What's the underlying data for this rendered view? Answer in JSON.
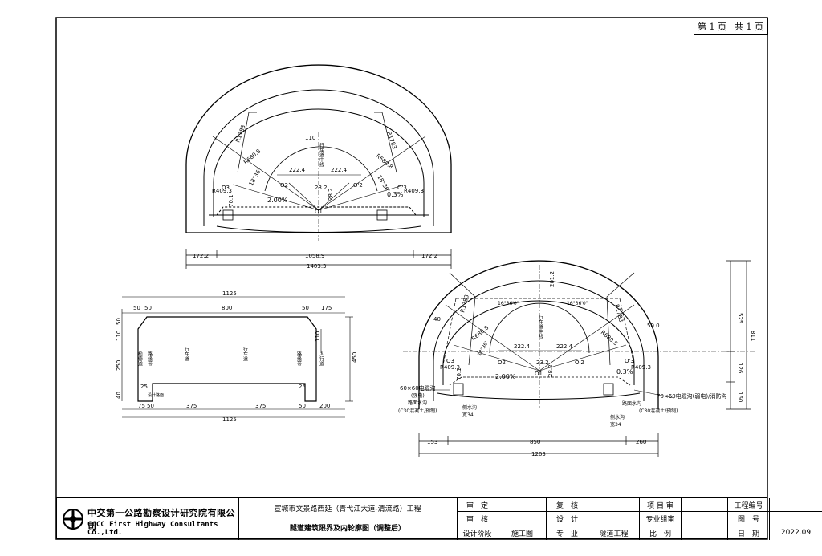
{
  "page": {
    "current": "第 1 页",
    "total": "共 1 页"
  },
  "drawing1": {
    "labels": {
      "radius_large_left": "R1783",
      "radius_large_right": "R1783",
      "radius_mid_left": "R680.8",
      "radius_mid_right": "R680.8",
      "radius_small_left": "R409.3",
      "radius_small_right": "R409.3",
      "center_o1": "O1",
      "center_o2": "O2",
      "center_o2p": "O'2",
      "center_o3": "O3",
      "center_o3p": "O'3",
      "dim_110": "110",
      "dim_222_left": "222.4",
      "dim_222_right": "222.4",
      "dim_23": "23.2",
      "dim_28": "28.2",
      "dim_70": "70.1",
      "angle_left": "18°36'",
      "angle_right": "18°36'",
      "slope_left": "2.00%",
      "slope_right": "0.3%",
      "lane_center": "行车道中线",
      "dim_left": "172.2",
      "dim_mid": "1058.9",
      "dim_right": "172.2",
      "dim_total": "1403.3"
    }
  },
  "drawing2": {
    "labels": {
      "top_total": "1125",
      "top_d1": "50",
      "top_d2": "50",
      "top_d3": "800",
      "top_d4": "50",
      "top_d5": "175",
      "left_d1": "50",
      "left_d2": "110",
      "left_d3": "250",
      "left_d4": "40",
      "right_d1": "110",
      "right_height": "450",
      "bot_d1": "75",
      "bot_d2": "50",
      "bot_d3": "375",
      "bot_d4": "375",
      "bot_d5": "50",
      "bot_d6": "200",
      "bot_total": "1125",
      "small_25_left": "25",
      "small_25_right": "25",
      "z1": "检修道",
      "z2": "路缘带",
      "z3": "行车道",
      "z4": "行车道",
      "z5": "路缘带",
      "z6": "人行道",
      "curb_note": "设计路面"
    }
  },
  "drawing3": {
    "labels": {
      "radius_large_left": "R1783",
      "radius_large_right": "R1783",
      "radius_mid_left": "R680.8",
      "radius_mid_right": "R680.8",
      "radius_small_left": "R409.3",
      "radius_small_right": "R409.3",
      "angle_top_left": "16°36'0\"",
      "angle_top_right": "16°36'0\"",
      "angle_side": "18°36'",
      "dim_201": "201.2",
      "dim_40": "40",
      "dim_50": "50.0",
      "dim_222_left": "222.4",
      "dim_222_right": "222.4",
      "dim_23": "23.2",
      "dim_28": "28.2",
      "dim_70": "70.1",
      "center_o1": "O1",
      "center_o2": "O2",
      "center_o2p": "O'2",
      "center_o3": "O3",
      "center_o3p": "O'3",
      "slope_left": "2.00%",
      "slope_right": "0.3%",
      "lane_center": "行车道中线",
      "note_l1": "60×60电缆沟",
      "note_l1b": "(强电)",
      "note_l2": "路面水沟",
      "note_l3": "(C30混凝土/预制)",
      "note_l4": "侧水沟",
      "note_l4b": "宽34",
      "note_r1": "70×60电缆沟(弱电)/消防沟",
      "note_r2": "路面水沟",
      "note_r3": "(C30混凝土/预制)",
      "note_r4": "侧水沟",
      "note_r4b": "宽34",
      "dim_153": "153",
      "dim_850": "850",
      "dim_260": "260",
      "dim_total": "1263",
      "v_525": "525",
      "v_811": "811",
      "v_126": "126",
      "v_160": "160"
    }
  },
  "title_block": {
    "company_cn": "中交第一公路勘察设计研究院有限公司",
    "company_en": "CCCC First Highway Consultants Co.,Ltd.",
    "project": "宣城市文景路西延（青弋江大道-清流路）工程",
    "drawing_title": "隧道建筑限界及内轮廓图（调整后）",
    "rows": [
      [
        "审　定",
        "",
        "复　核",
        "",
        "项 目 审",
        "",
        "工程编号",
        ""
      ],
      [
        "审　核",
        "",
        "设　计",
        "",
        "专业组审",
        "",
        "图　号",
        ""
      ],
      [
        "设计阶段",
        "施工图",
        "专　业",
        "隧道工程",
        "比　例",
        "",
        "日　期",
        "2022.09"
      ]
    ]
  }
}
